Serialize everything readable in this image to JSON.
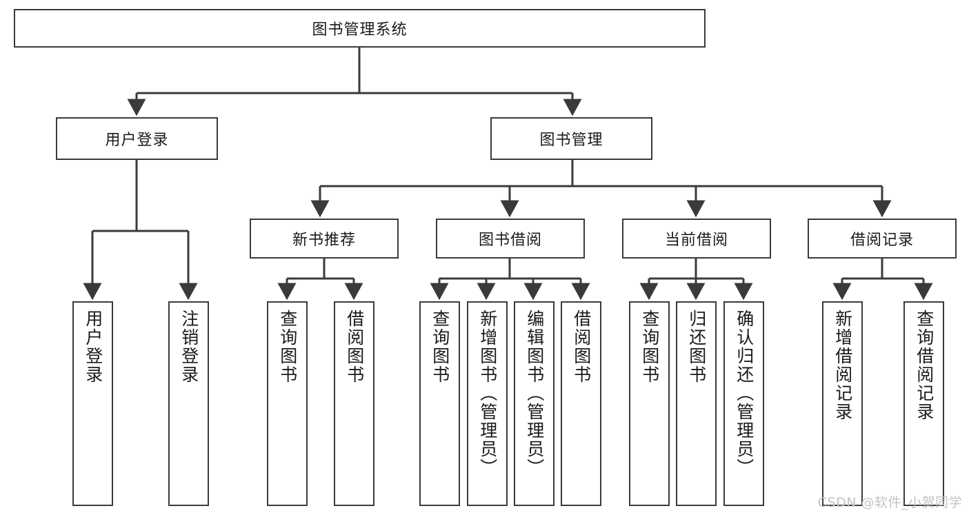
{
  "diagram": {
    "title_node": {
      "label": "图书管理系统"
    },
    "level2": [
      {
        "id": "user-login",
        "label": "用户登录"
      },
      {
        "id": "book-manage",
        "label": "图书管理"
      }
    ],
    "level3": [
      {
        "id": "new-book-rec",
        "label": "新书推荐"
      },
      {
        "id": "book-borrow",
        "label": "图书借阅"
      },
      {
        "id": "current-borrow",
        "label": "当前借阅"
      },
      {
        "id": "borrow-record",
        "label": "借阅记录"
      }
    ],
    "leaves": {
      "user_login": [
        {
          "id": "leaf-user-login",
          "label": "用户登录"
        },
        {
          "id": "leaf-logout-login",
          "label": "注销登录"
        }
      ],
      "new_book_rec": [
        {
          "id": "leaf-query-book-1",
          "label": "查询图书"
        },
        {
          "id": "leaf-borrow-book-1",
          "label": "借阅图书"
        }
      ],
      "book_borrow": [
        {
          "id": "leaf-query-book-2",
          "label": "查询图书"
        },
        {
          "id": "leaf-add-book",
          "label": "新增图书（管理员）"
        },
        {
          "id": "leaf-edit-book",
          "label": "编辑图书（管理员）"
        },
        {
          "id": "leaf-borrow-book-2",
          "label": "借阅图书"
        }
      ],
      "current_borrow": [
        {
          "id": "leaf-query-book-3",
          "label": "查询图书"
        },
        {
          "id": "leaf-return-book",
          "label": "归还图书"
        },
        {
          "id": "leaf-confirm-return",
          "label": "确认归还（管理员）"
        }
      ],
      "borrow_record": [
        {
          "id": "leaf-add-record",
          "label": "新增借阅记录"
        },
        {
          "id": "leaf-query-record",
          "label": "查询借阅记录"
        }
      ]
    },
    "watermark": "CSDN @软件_小贺同学",
    "colors": {
      "stroke": "#3a3a3a",
      "fill": "#ffffff",
      "text": "#1a1a1a",
      "watermark": "#c2c2c2"
    }
  }
}
